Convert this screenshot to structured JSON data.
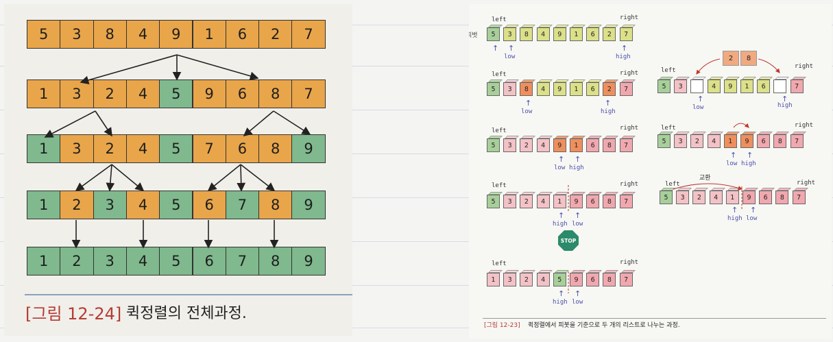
{
  "left_figure": {
    "rows": [
      [
        {
          "v": "5",
          "c": "ora"
        },
        {
          "v": "3",
          "c": "ora"
        },
        {
          "v": "8",
          "c": "ora"
        },
        {
          "v": "4",
          "c": "ora"
        },
        {
          "v": "9",
          "c": "ora"
        },
        {
          "v": "1",
          "c": "ora"
        },
        {
          "v": "6",
          "c": "ora"
        },
        {
          "v": "2",
          "c": "ora"
        },
        {
          "v": "7",
          "c": "ora"
        }
      ],
      [
        {
          "v": "1",
          "c": "ora"
        },
        {
          "v": "3",
          "c": "ora"
        },
        {
          "v": "2",
          "c": "ora"
        },
        {
          "v": "4",
          "c": "ora"
        },
        {
          "v": "5",
          "c": "grn"
        },
        {
          "v": "9",
          "c": "ora"
        },
        {
          "v": "6",
          "c": "ora"
        },
        {
          "v": "8",
          "c": "ora"
        },
        {
          "v": "7",
          "c": "ora"
        }
      ],
      [
        {
          "v": "1",
          "c": "grn"
        },
        {
          "v": "3",
          "c": "ora"
        },
        {
          "v": "2",
          "c": "ora"
        },
        {
          "v": "4",
          "c": "ora"
        },
        {
          "v": "5",
          "c": "grn"
        },
        {
          "v": "7",
          "c": "ora"
        },
        {
          "v": "6",
          "c": "ora"
        },
        {
          "v": "8",
          "c": "ora"
        },
        {
          "v": "9",
          "c": "grn"
        }
      ],
      [
        {
          "v": "1",
          "c": "grn"
        },
        {
          "v": "2",
          "c": "ora"
        },
        {
          "v": "3",
          "c": "grn"
        },
        {
          "v": "4",
          "c": "ora"
        },
        {
          "v": "5",
          "c": "grn"
        },
        {
          "v": "6",
          "c": "ora"
        },
        {
          "v": "7",
          "c": "grn"
        },
        {
          "v": "8",
          "c": "ora"
        },
        {
          "v": "9",
          "c": "grn"
        }
      ],
      [
        {
          "v": "1",
          "c": "grn"
        },
        {
          "v": "2",
          "c": "grn"
        },
        {
          "v": "3",
          "c": "grn"
        },
        {
          "v": "4",
          "c": "grn"
        },
        {
          "v": "5",
          "c": "grn"
        },
        {
          "v": "6",
          "c": "grn"
        },
        {
          "v": "7",
          "c": "grn"
        },
        {
          "v": "8",
          "c": "grn"
        },
        {
          "v": "9",
          "c": "grn"
        }
      ]
    ],
    "caption_label": "[그림 12-24]",
    "caption_text": "퀵정렬의 전체과정."
  },
  "right_figure": {
    "labels": {
      "left": "left",
      "right": "right",
      "low": "low",
      "high": "high",
      "pivot": "피벗",
      "swap": "교환",
      "stop": "STOP"
    },
    "floating_values": [
      "2",
      "8"
    ],
    "caption_label": "[그림 12-23]",
    "caption_text": "퀵정렬에서 피봇을 기준으로 두 개의 리스트로 나누는 과정.",
    "rows": [
      {
        "id": "r1",
        "cells": [
          [
            "5",
            "c-g"
          ],
          [
            "3",
            "c-y"
          ],
          [
            "8",
            "c-y"
          ],
          [
            "4",
            "c-y"
          ],
          [
            "9",
            "c-y"
          ],
          [
            "1",
            "c-y"
          ],
          [
            "6",
            "c-y"
          ],
          [
            "2",
            "c-y"
          ],
          [
            "7",
            "c-y"
          ]
        ]
      },
      {
        "id": "r2",
        "cells": [
          [
            "5",
            "c-g"
          ],
          [
            "3",
            "c-p"
          ],
          [
            "8",
            "c-o"
          ],
          [
            "4",
            "c-y"
          ],
          [
            "9",
            "c-y"
          ],
          [
            "1",
            "c-y"
          ],
          [
            "6",
            "c-y"
          ],
          [
            "2",
            "c-o"
          ],
          [
            "7",
            "c-r"
          ]
        ]
      },
      {
        "id": "r3",
        "cells": [
          [
            "5",
            "c-g"
          ],
          [
            "3",
            "c-p"
          ],
          [
            "",
            "c-w"
          ],
          [
            "4",
            "c-y"
          ],
          [
            "9",
            "c-y"
          ],
          [
            "1",
            "c-y"
          ],
          [
            "6",
            "c-y"
          ],
          [
            "",
            "c-w"
          ],
          [
            "7",
            "c-r"
          ]
        ]
      },
      {
        "id": "r4",
        "cells": [
          [
            "5",
            "c-g"
          ],
          [
            "3",
            "c-p"
          ],
          [
            "2",
            "c-p"
          ],
          [
            "4",
            "c-p"
          ],
          [
            "9",
            "c-o"
          ],
          [
            "1",
            "c-o"
          ],
          [
            "6",
            "c-r"
          ],
          [
            "8",
            "c-r"
          ],
          [
            "7",
            "c-r"
          ]
        ]
      },
      {
        "id": "r5",
        "cells": [
          [
            "5",
            "c-g"
          ],
          [
            "3",
            "c-p"
          ],
          [
            "2",
            "c-p"
          ],
          [
            "4",
            "c-p"
          ],
          [
            "1",
            "c-o"
          ],
          [
            "9",
            "c-o"
          ],
          [
            "6",
            "c-r"
          ],
          [
            "8",
            "c-r"
          ],
          [
            "7",
            "c-r"
          ]
        ]
      },
      {
        "id": "r6",
        "cells": [
          [
            "5",
            "c-g"
          ],
          [
            "3",
            "c-p"
          ],
          [
            "2",
            "c-p"
          ],
          [
            "4",
            "c-p"
          ],
          [
            "1",
            "c-p"
          ],
          [
            "9",
            "c-r"
          ],
          [
            "6",
            "c-r"
          ],
          [
            "8",
            "c-r"
          ],
          [
            "7",
            "c-r"
          ]
        ]
      },
      {
        "id": "r7",
        "cells": [
          [
            "5",
            "c-g"
          ],
          [
            "3",
            "c-p"
          ],
          [
            "2",
            "c-p"
          ],
          [
            "4",
            "c-p"
          ],
          [
            "1",
            "c-p"
          ],
          [
            "9",
            "c-r"
          ],
          [
            "6",
            "c-r"
          ],
          [
            "8",
            "c-r"
          ],
          [
            "7",
            "c-r"
          ]
        ]
      },
      {
        "id": "r8",
        "cells": [
          [
            "1",
            "c-p"
          ],
          [
            "3",
            "c-p"
          ],
          [
            "2",
            "c-p"
          ],
          [
            "4",
            "c-p"
          ],
          [
            "5",
            "c-g"
          ],
          [
            "9",
            "c-r"
          ],
          [
            "6",
            "c-r"
          ],
          [
            "8",
            "c-r"
          ],
          [
            "7",
            "c-r"
          ]
        ]
      }
    ]
  }
}
